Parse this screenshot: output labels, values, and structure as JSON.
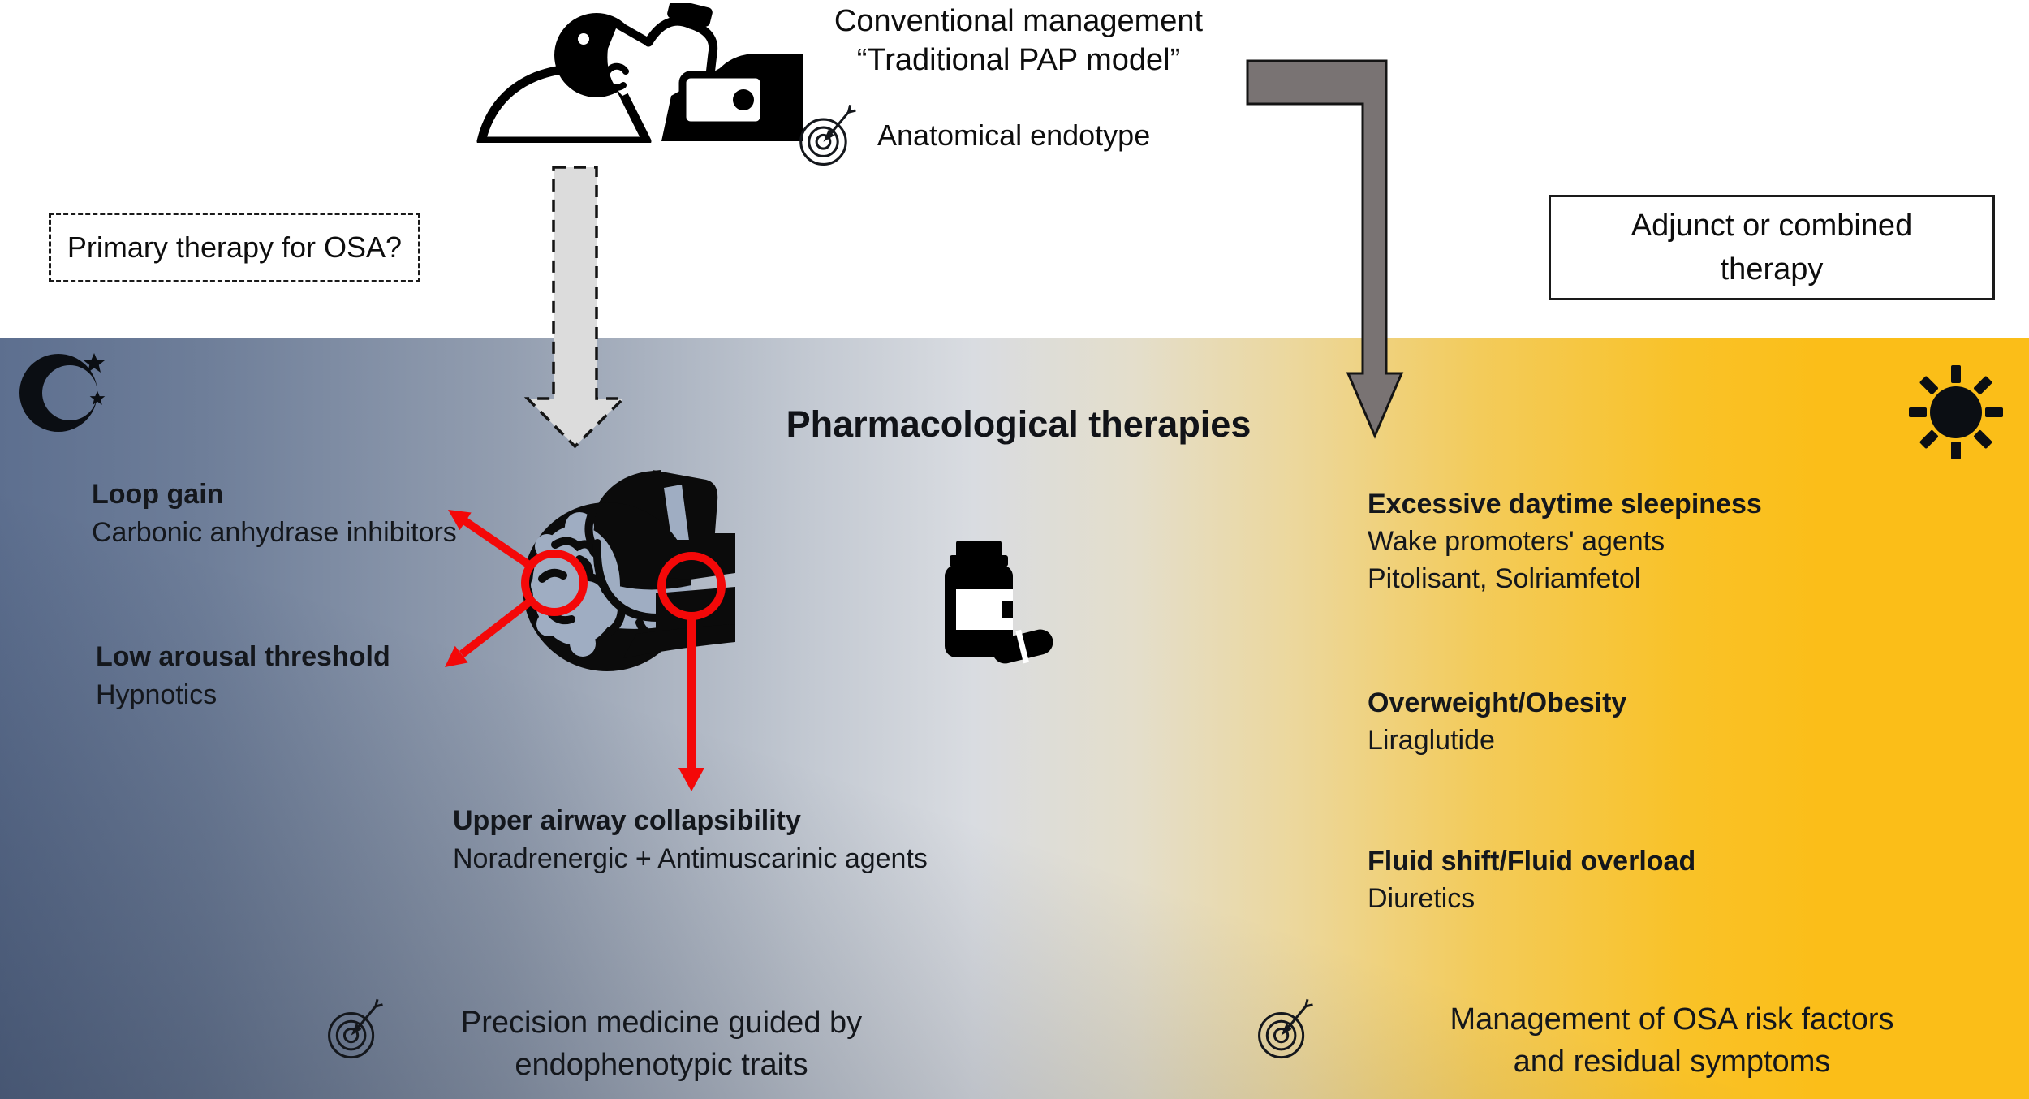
{
  "top_section": {
    "conventional_title_line1": "Conventional management",
    "conventional_title_line2": "“Traditional PAP model”",
    "anatomical_endotype_label": "Anatomical endotype",
    "primary_therapy_question": "Primary therapy for OSA?",
    "adjunct_therapy_line1": "Adjunct or combined",
    "adjunct_therapy_line2": "therapy"
  },
  "pharma_section": {
    "title": "Pharmacological therapies",
    "endotypes": [
      {
        "name": "Loop gain",
        "drugs": "Carbonic anhydrase inhibitors"
      },
      {
        "name": "Low arousal threshold",
        "drugs": "Hypnotics"
      },
      {
        "name": "Upper airway collapsibility",
        "drugs": "Noradrenergic + Antimuscarinic agents"
      }
    ],
    "night_footer_line1": "Precision medicine guided by",
    "night_footer_line2": "endophenotypic traits",
    "daytime_targets": [
      {
        "name": "Excessive daytime sleepiness",
        "drugs_line1": "Wake promoters' agents",
        "drugs_line2": "Pitolisant, Solriamfetol"
      },
      {
        "name": "Overweight/Obesity",
        "drugs_line1": "Liraglutide"
      },
      {
        "name": "Fluid shift/Fluid overload",
        "drugs_line1": "Diuretics"
      }
    ],
    "day_footer_line1": "Management of OSA risk factors",
    "day_footer_line2": "and residual symptoms"
  },
  "icons": {
    "cpap_patient": "sleeping-person-with-cpap-machine",
    "anatomical_target": "dart-target",
    "night": "crescent-moon-with-stars",
    "day": "sun",
    "head_brain": "sleeping-head-brain-airway",
    "pill_bottle": "pill-bottle-with-capsule",
    "precision_target": "dart-target",
    "management_target": "dart-target"
  },
  "colors": {
    "night_gradient_start": "#5d6f8f",
    "neutral_gradient_mid": "#d9dce1",
    "day_gradient_end": "#fbbe18",
    "flow_arrow_gray": "#797373",
    "dashed_arrow_fill": "#dcdcdc",
    "annotation_red": "#f40808",
    "text": "#14171c"
  }
}
